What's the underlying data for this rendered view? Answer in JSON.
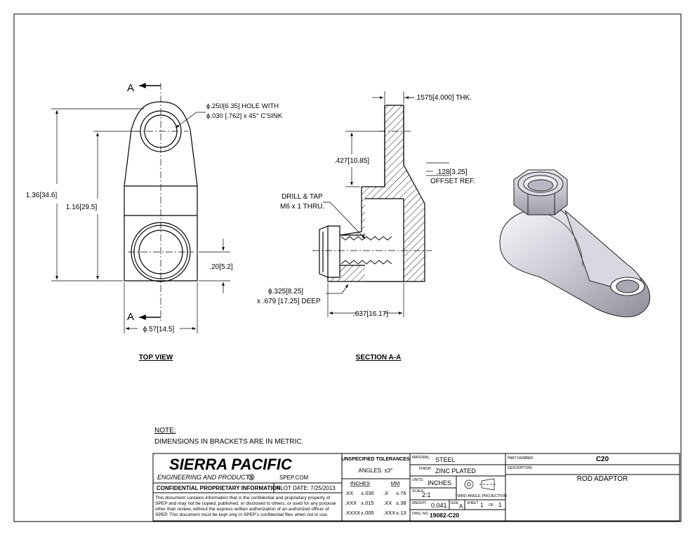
{
  "views": {
    "top_view_label": "TOP VIEW",
    "section_label": "SECTION A-A",
    "section_marker": "A"
  },
  "dimensions": {
    "hole_line1": "ϕ.250[6.35] HOLE WITH",
    "hole_line2": "ϕ.030 [.762] x 45° C'SINK",
    "overall_length": "1.36[34.6]",
    "hole_spacing": "1.16[29.5]",
    "bottom_offset": ".20[5.2]",
    "width": "ϕ.57[14.5]",
    "thickness": ".1575[4.000] THK.",
    "tab_height": ".427[10.85]",
    "offset_value": ".128[3.25]",
    "offset_label": "OFFSET REF.",
    "drill_line1": "DRILL & TAP",
    "drill_line2": "M6 x 1 THRU.",
    "bore_line1": "ϕ.325[8.25]",
    "bore_line2": "x .679 [17.25] DEEP",
    "depth": ".637[16.17]"
  },
  "notes": {
    "heading": "NOTE:",
    "text": "DIMENSIONS IN BRACKETS ARE IN METRIC."
  },
  "title_block": {
    "company": "SIERRA PACIFIC",
    "company_sub": "ENGINEERING AND PRODUCTS",
    "registered": "R",
    "website": "SPEP.COM",
    "confidential_title": "CONFIDENTIAL PROPRIETARY INFORMATION",
    "plot_date": "PLOT DATE:  7/25/2013",
    "confidential_lines": [
      "This document contains information that is the confidential and proprietary property of",
      "SPEP and may not be copied, published, or disclosed to others, or used for any purpose",
      "other than review, without the express written authorization of an authorized officer of",
      "SPEP. This document must be kept only in SPEP's confidential files when not in use."
    ],
    "tolerances_title": "UNSPECIFIED TOLERANCES",
    "angles": "ANGLES:  ±3°",
    "inches_header": "INCHES",
    "mm_header": "MM",
    "tol_rows": [
      {
        "in_fmt": ".XX",
        "in_val": "±.030",
        "mm_fmt": ".X",
        "mm_val": "±.76"
      },
      {
        "in_fmt": ".XXX",
        "in_val": "±.015",
        "mm_fmt": ".XX",
        "mm_val": "±.38"
      },
      {
        "in_fmt": ".XXXX",
        "in_val": "±.005",
        "mm_fmt": ".XXX",
        "mm_val": "±.13"
      }
    ],
    "material_label": "MATERIAL:",
    "material": "STEEL",
    "finish_label": "FINISH:",
    "finish": "ZINC PLATED",
    "units_label": "UNITS:",
    "units": "INCHES",
    "projection": "THIRD ANGLE PROJECTION",
    "scale_label": "SCALE:",
    "scale": "2:1",
    "weight_label": "WEIGHT:",
    "weight": "0.041",
    "size_label": "SIZE",
    "size": "A",
    "sheet_label": "SHEET",
    "sheet_num": "1",
    "sheet_of": "OF",
    "sheet_total": "1",
    "dwg_label": "DWG. NO.",
    "dwg_no": "19082-C20",
    "part_label": "PART NUMBER:",
    "part_number": "C20",
    "desc_label": "DESCRIPTION:",
    "description": "ROD ADAPTOR"
  }
}
